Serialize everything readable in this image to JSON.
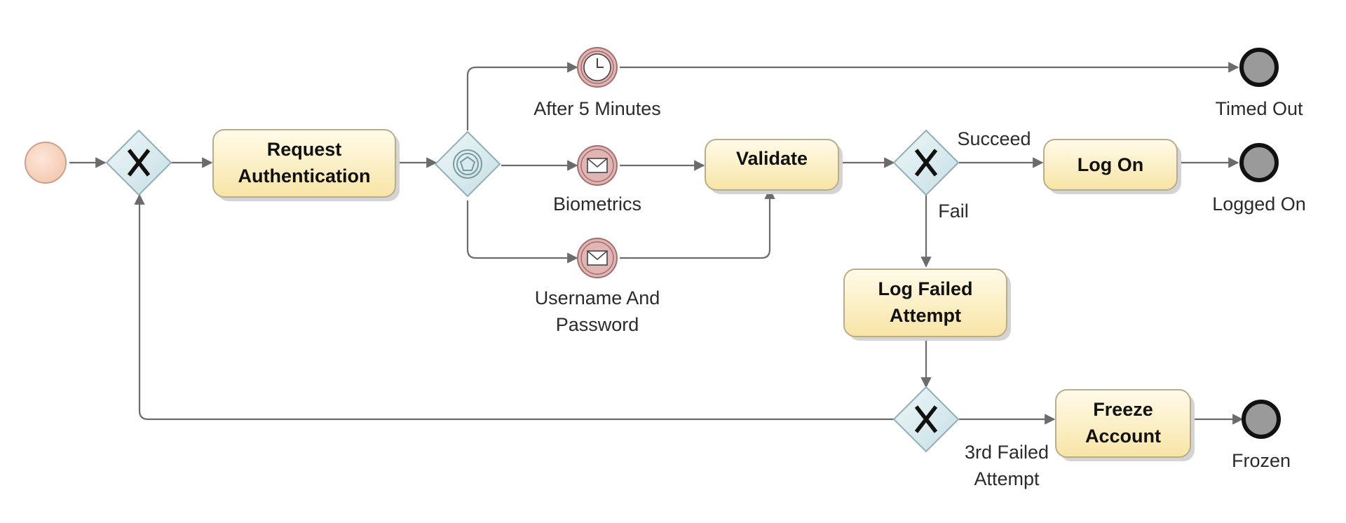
{
  "diagram": {
    "tasks": {
      "request_authentication": [
        "Request",
        "Authentication"
      ],
      "validate": [
        "Validate"
      ],
      "log_on": [
        "Log On"
      ],
      "log_failed_attempt": [
        "Log Failed",
        "Attempt"
      ],
      "freeze_account": [
        "Freeze",
        "Account"
      ]
    },
    "events": {
      "timer": [
        "After 5 Minutes"
      ],
      "biometrics": [
        "Biometrics"
      ],
      "username_password": [
        "Username And",
        "Password"
      ],
      "timed_out": [
        "Timed Out"
      ],
      "logged_on": [
        "Logged On"
      ],
      "frozen": [
        "Frozen"
      ]
    },
    "flows": {
      "succeed": [
        "Succeed"
      ],
      "fail": [
        "Fail"
      ],
      "third_failed_attempt": [
        "3rd Failed",
        "Attempt"
      ]
    }
  },
  "colors": {
    "task_fill_top": "#fffbe9",
    "task_fill_bottom": "#f7e4a5",
    "start_event": "#f8d3bf",
    "gateway_fill": "#d9ebee",
    "end_event": "#9a9a9a",
    "message_event": "#e2b5b5"
  }
}
